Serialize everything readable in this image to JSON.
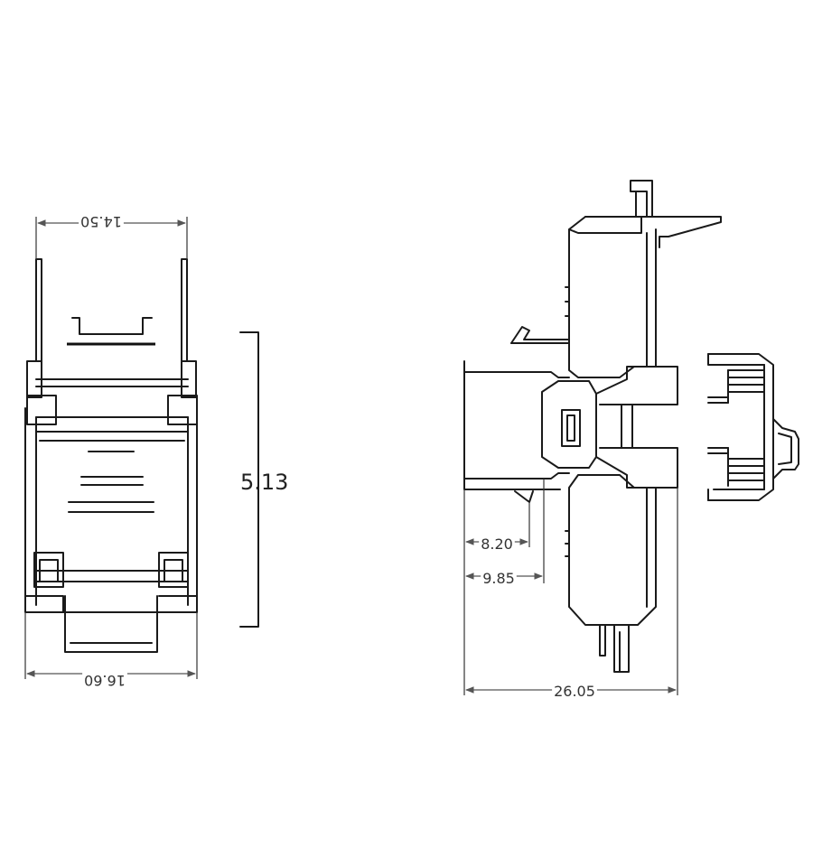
{
  "dimensions": {
    "top_width": "14.50",
    "bottom_width": "16.60",
    "height": "5.13",
    "depth_a": "8.20",
    "depth_b": "9.85",
    "total_length": "26.05"
  }
}
